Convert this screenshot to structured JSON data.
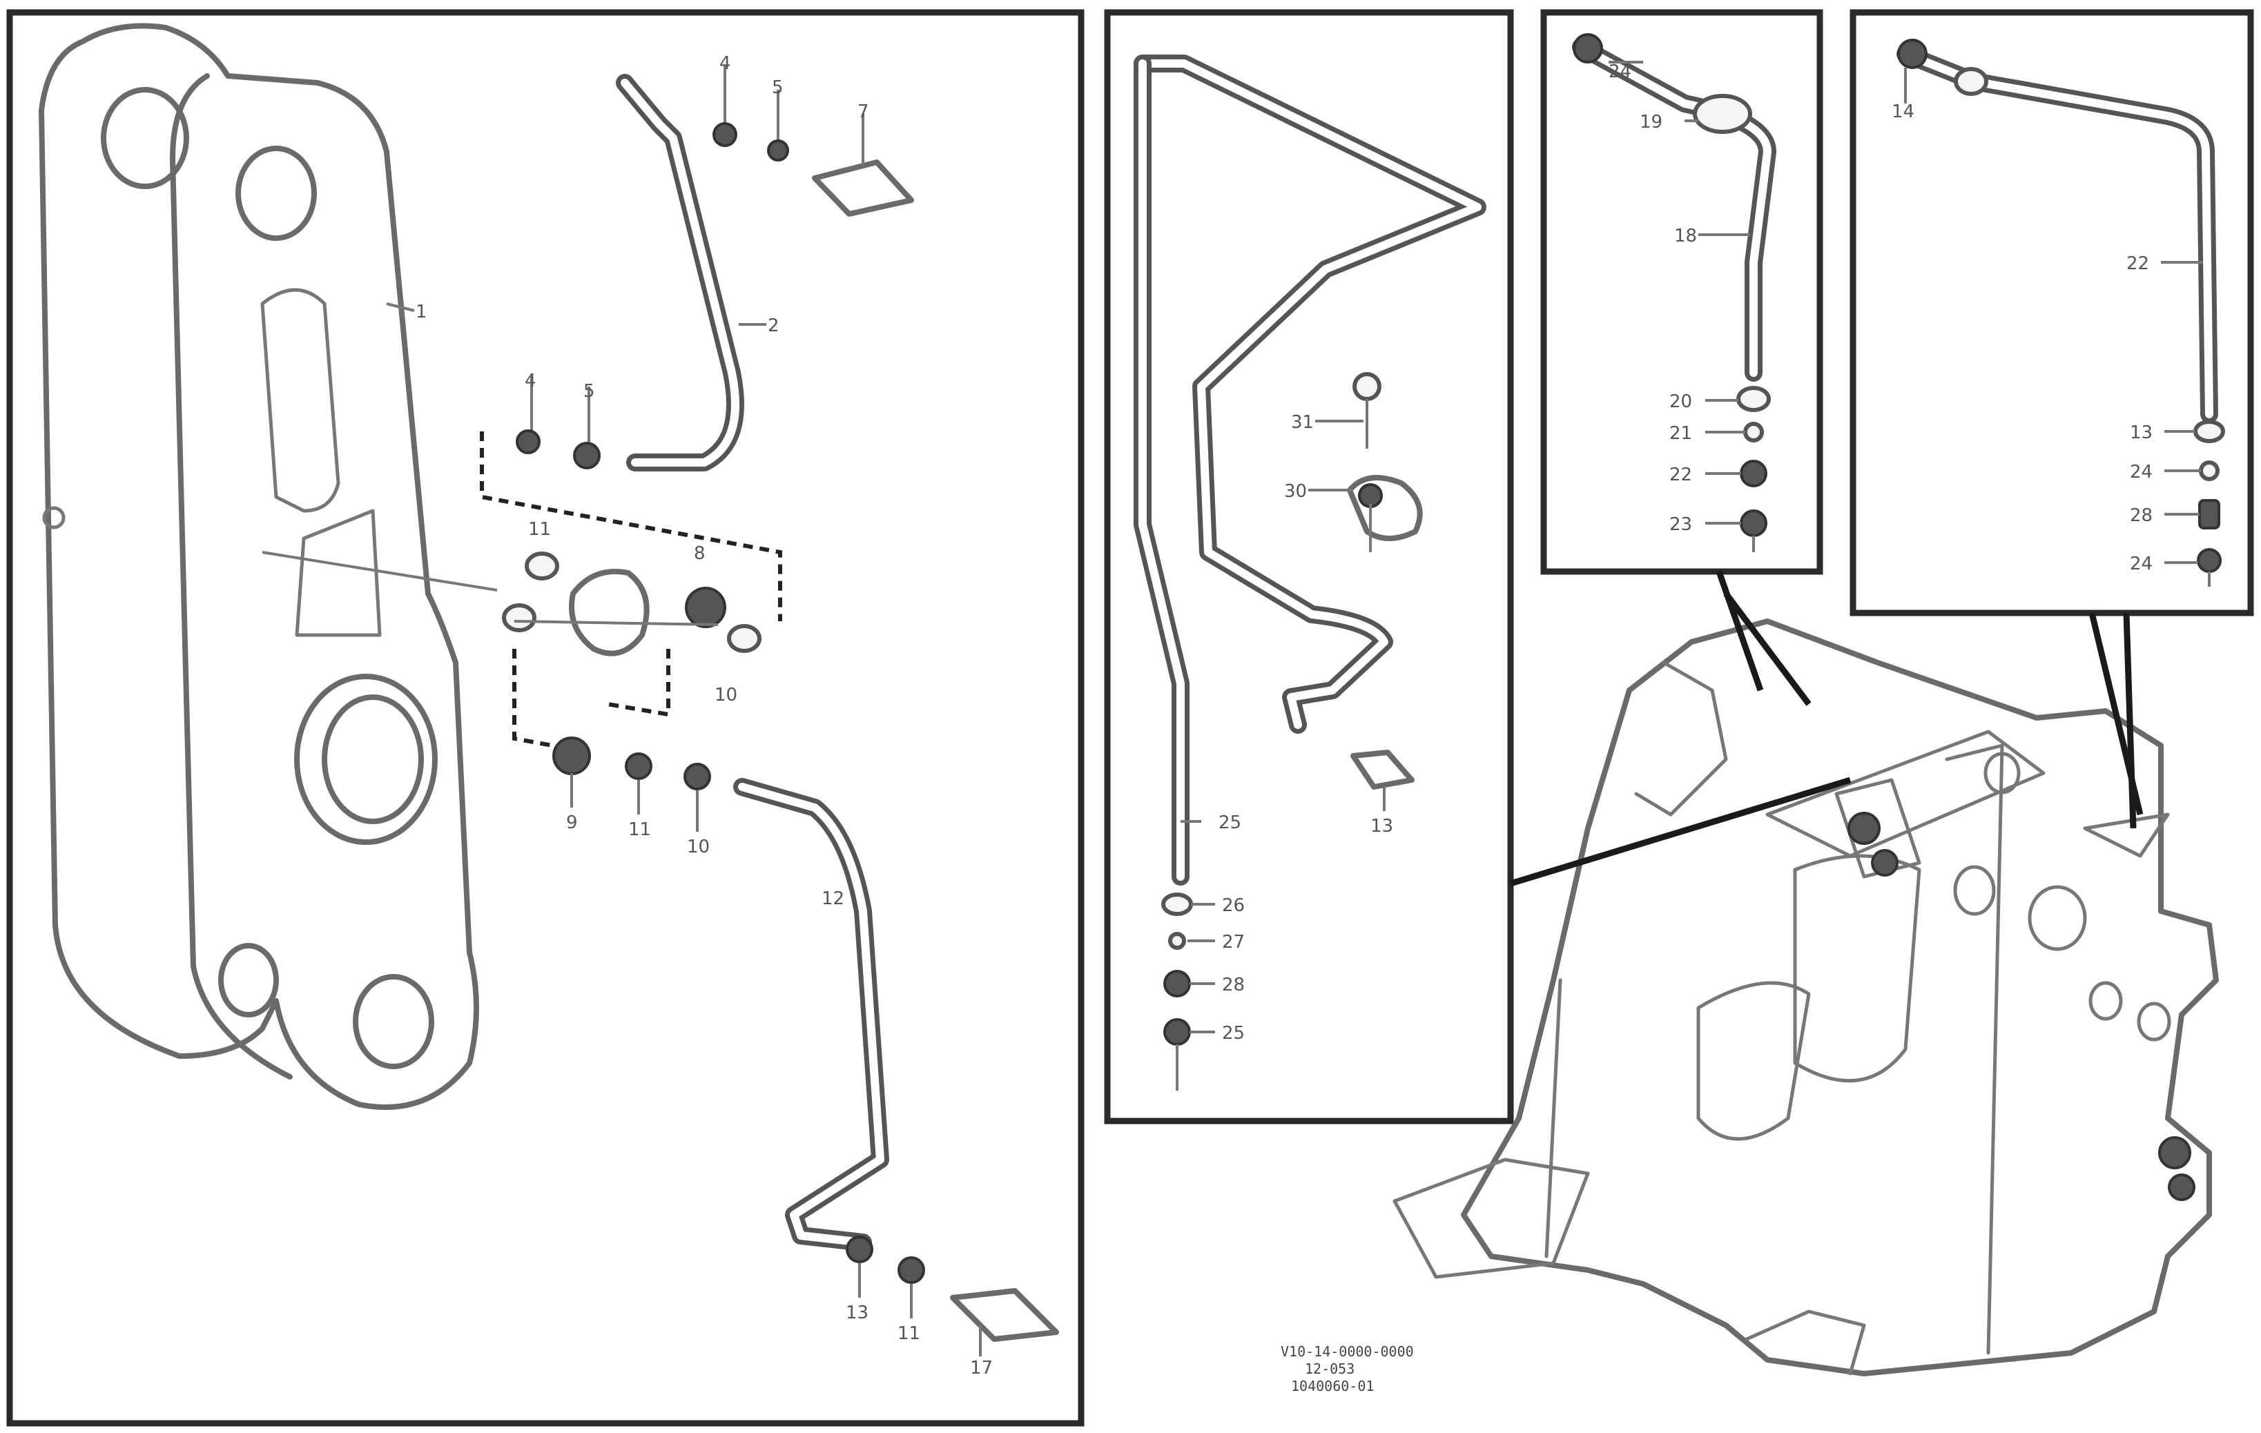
{
  "callouts": {
    "lift_arm": "1",
    "top_pipe": "2",
    "top_nipple": "4",
    "top_washer": "5",
    "top_fitting": "7",
    "left_nipple": "4",
    "left_washer": "5",
    "bracket_washer": "11",
    "bracket_nipple": "8",
    "bracket_union": "10",
    "bottom_fitting": "9",
    "bottom_washer": "11",
    "bottom_nipple": "10",
    "lower_pipe": "12",
    "end_nipple": "13",
    "end_washer": "11",
    "end_fitting": "17",
    "mid_bolt": "31",
    "mid_clamp": "30",
    "mid_fitting": "13",
    "mid_pipe": "25",
    "mid_a": "26",
    "mid_b": "27",
    "mid_c": "28",
    "mid_d": "25",
    "box2_a": "24",
    "box2_b": "19",
    "box2_pipe": "18",
    "box2_c": "20",
    "box2_d": "21",
    "box2_e": "22",
    "box2_f": "23",
    "box3_a": "14",
    "box3_pipe": "22",
    "box3_b": "13",
    "box3_c": "24",
    "box3_d": "28",
    "box3_e": "24"
  },
  "footer": {
    "line1": "V10-14-0000-0000",
    "line2": "12-053",
    "line3": "1040060-01"
  }
}
